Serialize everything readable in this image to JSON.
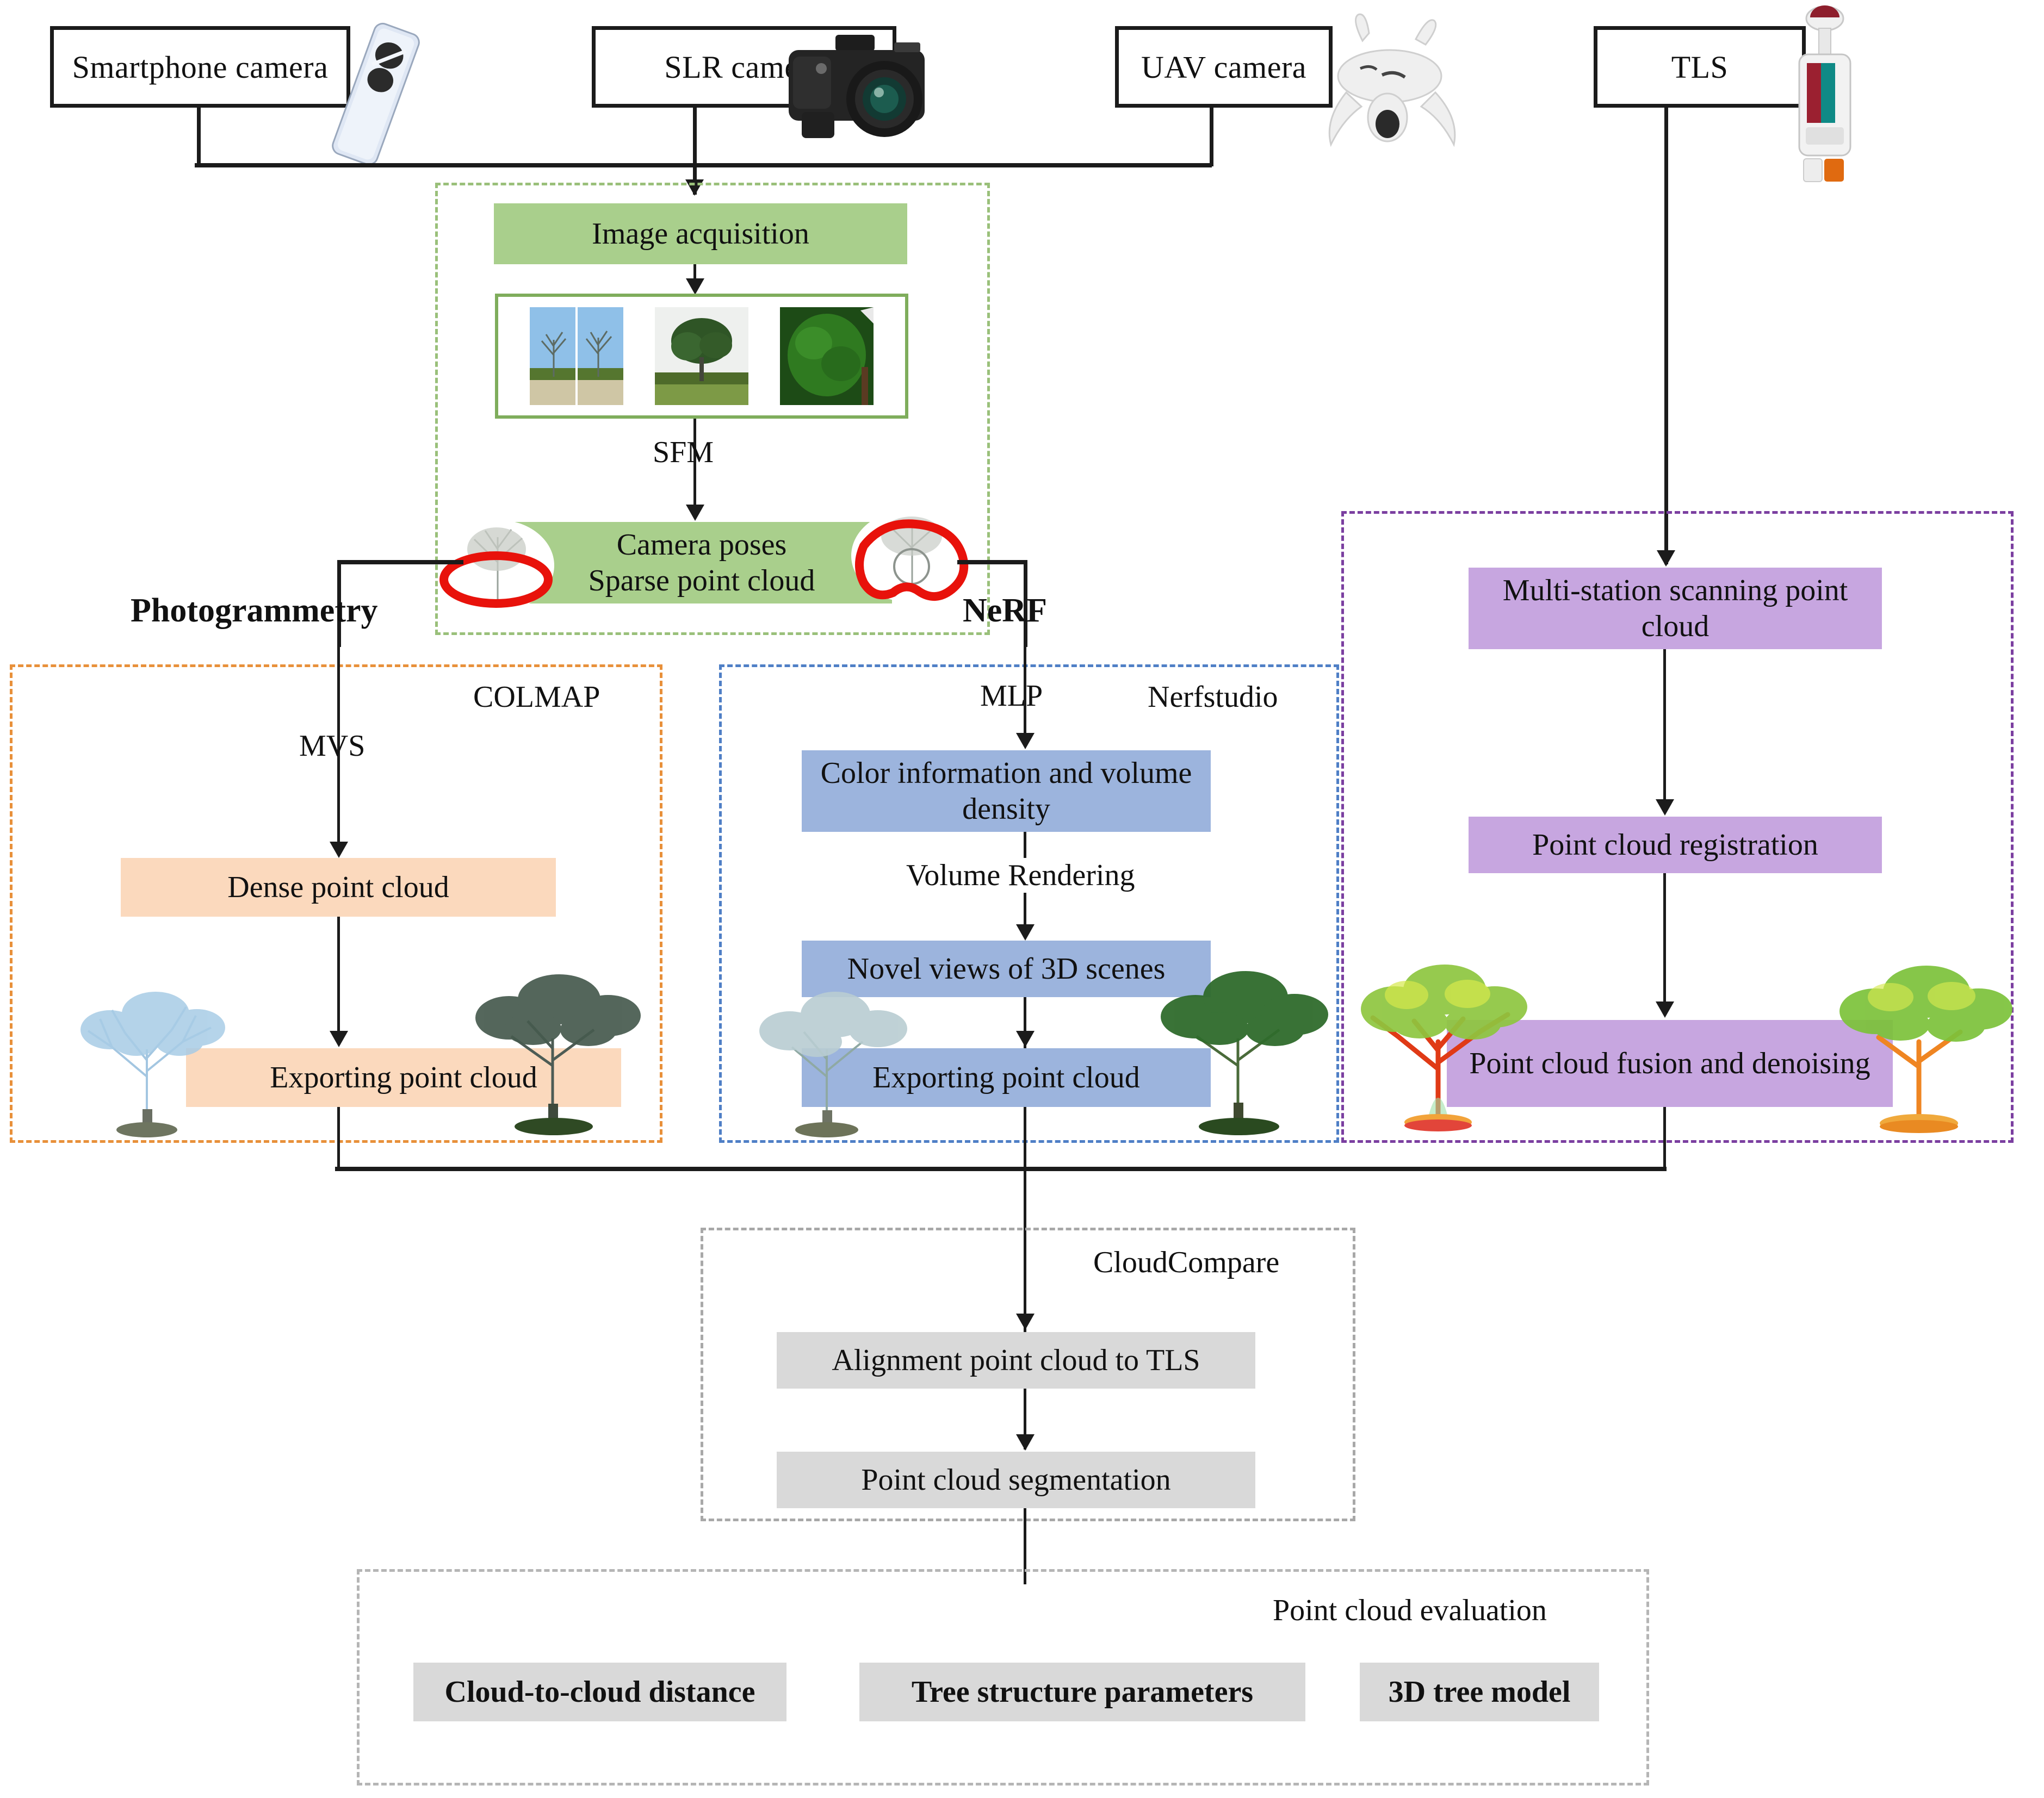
{
  "sources": [
    {
      "label": "Smartphone camera",
      "icon": "smartphone-icon"
    },
    {
      "label": "SLR camera",
      "icon": "slr-camera-icon"
    },
    {
      "label": "UAV camera",
      "icon": "drone-icon"
    },
    {
      "label": "TLS",
      "icon": "laser-scanner-icon"
    }
  ],
  "acquisition": {
    "box_label": "Image acquisition",
    "edge_label_sfm": "SFM",
    "result_line1": "Camera poses",
    "result_line2": "Sparse point cloud",
    "thumbnails": [
      "tree-photo-1",
      "tree-photo-2",
      "tree-photo-3",
      "canopy-photo-4"
    ]
  },
  "branches": {
    "left_label": "Photogrammetry",
    "right_label": "NeRF"
  },
  "photogrammetry": {
    "software": "COLMAP",
    "edge_label_mvs": "MVS",
    "steps": [
      "Dense point cloud",
      "Exporting point cloud"
    ],
    "tree_left": "blue-point-cloud-tree",
    "tree_right": "dark-point-cloud-tree"
  },
  "nerf": {
    "software": "Nerfstudio",
    "edge_label_mlp": "MLP",
    "edge_label_volume": "Volume Rendering",
    "steps": [
      "Color information and volume density",
      "Novel views of 3D scenes",
      "Exporting point cloud"
    ],
    "tree_left": "pale-point-cloud-tree",
    "tree_right": "green-point-cloud-tree"
  },
  "tls": {
    "steps": [
      "Multi-station scanning point cloud",
      "Point cloud registration",
      "Point cloud fusion and denoising"
    ],
    "tree_left": "red-green-point-cloud-tree",
    "tree_right": "orange-green-point-cloud-tree"
  },
  "cloudcompare": {
    "software": "CloudCompare",
    "steps": [
      "Alignment point cloud to TLS",
      "Point cloud segmentation"
    ]
  },
  "evaluation": {
    "title": "Point cloud evaluation",
    "items": [
      "Cloud-to-cloud distance",
      "Tree structure parameters",
      "3D tree model"
    ]
  },
  "colors": {
    "green_fill": "#a9cf8c",
    "green_dash": "#9ac07a",
    "orange_fill": "#fbd9bd",
    "orange_dash": "#e8903a",
    "blue_fill": "#9cb4dd",
    "blue_dash": "#4f7fc6",
    "purple_fill": "#c7a6e0",
    "purple_dash": "#7b3fa0",
    "grey_fill": "#d9d9d9",
    "grey_dash": "#b5b5b5",
    "line": "#1b1b1b",
    "annotation_red": "#e8120b"
  }
}
